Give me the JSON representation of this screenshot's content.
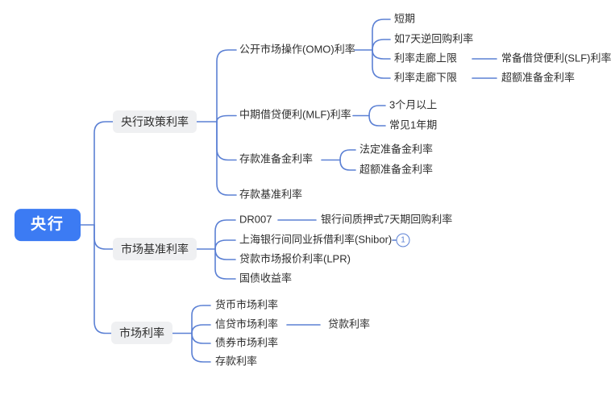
{
  "colors": {
    "accent": "#3c7bf3",
    "line": "#5b80d4",
    "node_bg": "#eff0f2",
    "text": "#2e2e2e"
  },
  "mindmap": {
    "root": {
      "label": "央行"
    },
    "branches": [
      {
        "label": "央行政策利率",
        "children": [
          {
            "label": "公开市场操作(OMO)利率",
            "children": [
              {
                "label": "短期"
              },
              {
                "label": "如7天逆回购利率"
              },
              {
                "label": "利率走廊上限",
                "children": [
                  {
                    "label": "常备借贷便利(SLF)利率"
                  }
                ]
              },
              {
                "label": "利率走廊下限",
                "children": [
                  {
                    "label": "超额准备金利率"
                  }
                ]
              }
            ]
          },
          {
            "label": "中期借贷便利(MLF)利率",
            "children": [
              {
                "label": "3个月以上"
              },
              {
                "label": "常见1年期"
              }
            ]
          },
          {
            "label": "存款准备金利率",
            "children": [
              {
                "label": "法定准备金利率"
              },
              {
                "label": "超额准备金利率"
              }
            ]
          },
          {
            "label": "存款基准利率"
          }
        ]
      },
      {
        "label": "市场基准利率",
        "children": [
          {
            "label": "DR007",
            "children": [
              {
                "label": "银行间质押式7天期回购利率"
              }
            ]
          },
          {
            "label": "上海银行间同业拆借利率(Shibor)",
            "badge": "1"
          },
          {
            "label": "贷款市场报价利率(LPR)"
          },
          {
            "label": "国债收益率"
          }
        ]
      },
      {
        "label": "市场利率",
        "children": [
          {
            "label": "货币市场利率"
          },
          {
            "label": "信贷市场利率",
            "children": [
              {
                "label": "贷款利率"
              }
            ]
          },
          {
            "label": "债券市场利率"
          },
          {
            "label": "存款利率"
          }
        ]
      }
    ]
  }
}
